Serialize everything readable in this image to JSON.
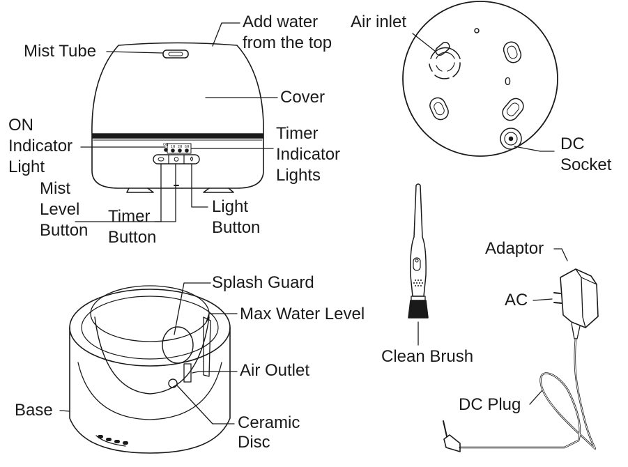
{
  "labels": {
    "mist_tube": "Mist Tube",
    "add_water_1": "Add water",
    "add_water_2": "from the top",
    "cover": "Cover",
    "on_1": "ON",
    "on_2": "Indicator",
    "on_3": "Light",
    "timer_ind_1": "Timer",
    "timer_ind_2": "Indicator",
    "timer_ind_3": "Lights",
    "mist_level_1": "Mist",
    "mist_level_2": "Level",
    "mist_level_3": "Button",
    "timer_btn_1": "Timer",
    "timer_btn_2": "Button",
    "light_btn_1": "Light",
    "light_btn_2": "Button",
    "air_inlet": "Air inlet",
    "dc_socket_1": "DC",
    "dc_socket_2": "Socket",
    "bottom_mark": "0",
    "clean_brush": "Clean Brush",
    "adaptor": "Adaptor",
    "ac": "AC",
    "dc_plug": "DC Plug",
    "splash_guard": "Splash Guard",
    "max_water": "Max Water Level",
    "air_outlet": "Air Outlet",
    "base": "Base",
    "ceramic_1": "Ceramic",
    "ceramic_2": "Disc"
  },
  "panel_marks": {
    "on": "ON",
    "t1": "1H",
    "t2": "2H",
    "t3": "6H"
  },
  "colors": {
    "line": "#1a1a1a",
    "text": "#1a1a1a",
    "background": "#ffffff",
    "band": "#1a1a1a"
  }
}
